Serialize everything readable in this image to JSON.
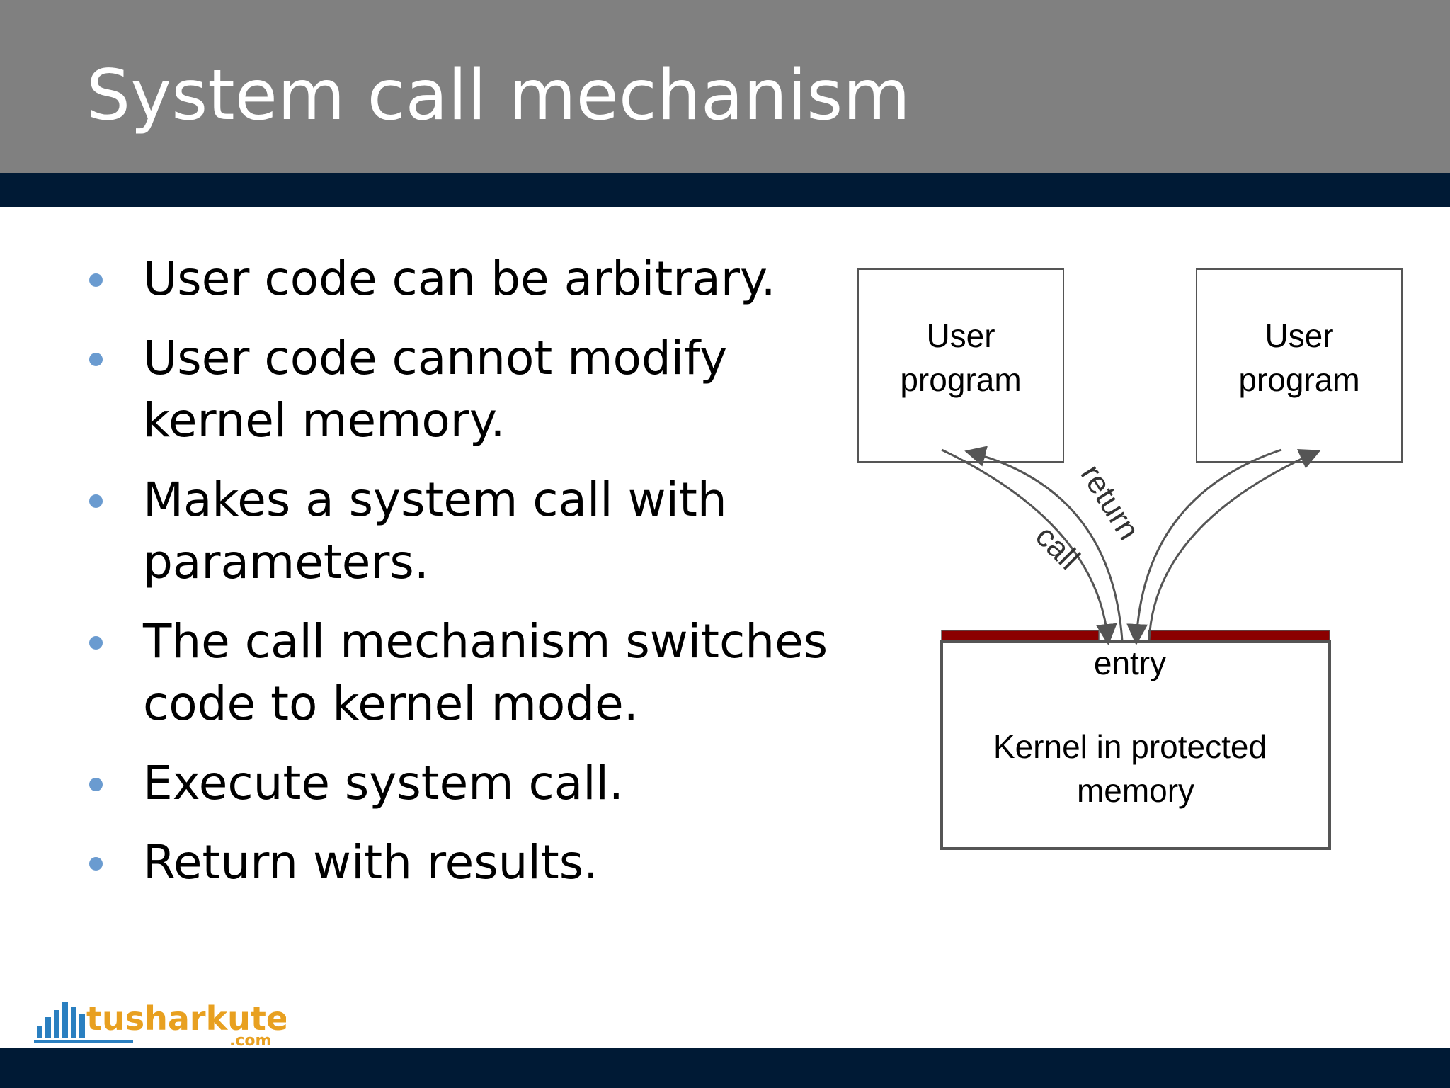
{
  "slide": {
    "title": "System call mechanism",
    "bullets": [
      {
        "text": "User code can be arbitrary."
      },
      {
        "text": "User code cannot modify kernel memory."
      },
      {
        "text": "Makes a system call with parameters."
      },
      {
        "text": "The call mechanism switches code to kernel mode."
      },
      {
        "text": "Execute system call."
      },
      {
        "text": "Return with results."
      }
    ]
  },
  "diagram": {
    "user_program_left": {
      "line1": "User",
      "line2": "program"
    },
    "user_program_right": {
      "line1": "User",
      "line2": "program"
    },
    "kernel": {
      "line1": "Kernel in protected",
      "line2": "memory"
    },
    "entry_label": "entry",
    "call_label": "call",
    "return_label": "return",
    "colors": {
      "barrier": "#8b0000",
      "box_border": "#555555",
      "arrow": "#555555"
    }
  },
  "logo": {
    "name": "tusharkute",
    "suffix": ".com",
    "text_color": "#e8a020",
    "icon_color": "#2a7fc0"
  },
  "theme": {
    "header_bg": "#808080",
    "stripe": "#001a35",
    "bullet": "#6a9bd0"
  }
}
